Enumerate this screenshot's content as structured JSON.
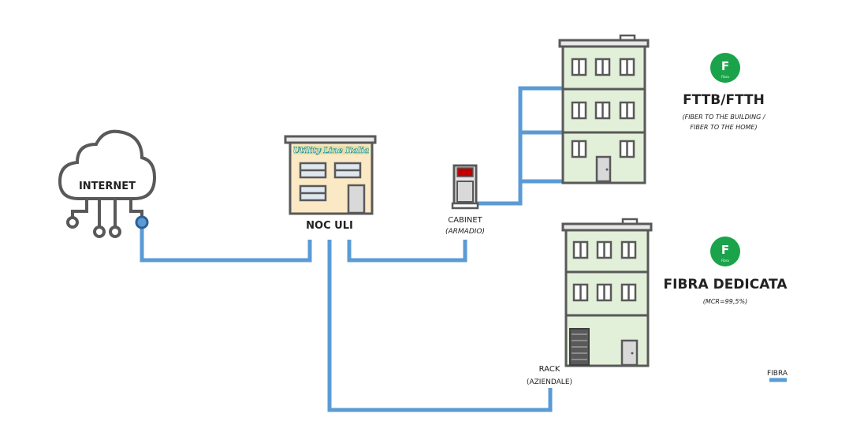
{
  "cloud": {
    "label": "INTERNET"
  },
  "noc": {
    "sign": "Utility Line Italia",
    "label": "NOC ULI"
  },
  "cabinet": {
    "label": "CABINET",
    "sublabel": "(ARMADIO)"
  },
  "rack": {
    "label": "RACK",
    "sublabel": "(AZIENDALE)"
  },
  "fttb": {
    "badge_letter": "F",
    "badge_caption": "Fibra",
    "title": "FTTB/FTTH",
    "subtitle_line1": "(FIBER TO THE BUILDING /",
    "subtitle_line2": "FIBER TO THE HOME)"
  },
  "dedicated": {
    "badge_letter": "F",
    "badge_caption": "Fibra",
    "title": "FIBRA DEDICATA",
    "subtitle": "(MCR=99,5%)"
  },
  "legend": {
    "label": "FIBRA"
  },
  "colors": {
    "fiber": "#5b9bd5",
    "building": "#e2efd9",
    "noc_building": "#fbe9c6",
    "badge": "#1aa34a",
    "outline": "#595959"
  }
}
